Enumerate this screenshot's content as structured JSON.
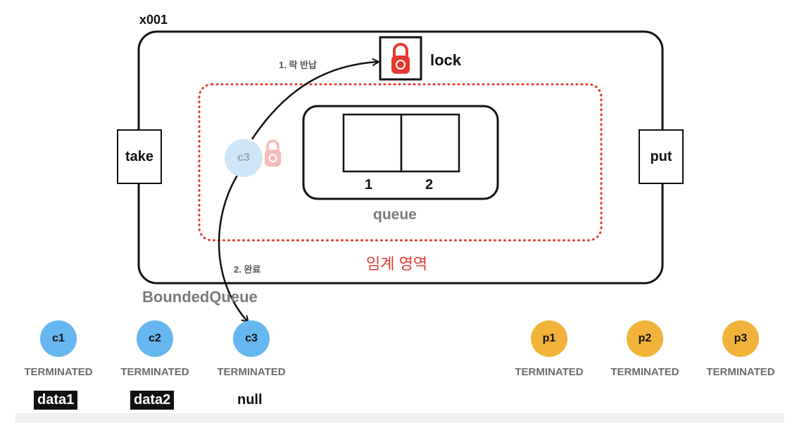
{
  "object_label": "x001",
  "queue_class_label": "BoundedQueue",
  "lock_label": "lock",
  "take_label": "take",
  "put_label": "put",
  "queue_label": "queue",
  "slot_labels": [
    "1",
    "2"
  ],
  "critical_section_label": "임계 영역",
  "steps": {
    "return_lock": "1. 락 반납",
    "complete": "2. 완료"
  },
  "waiting_thread_label": "c3",
  "consumers": [
    {
      "name": "c1",
      "state": "TERMINATED",
      "result": "data1"
    },
    {
      "name": "c2",
      "state": "TERMINATED",
      "result": "data2"
    },
    {
      "name": "c3",
      "state": "TERMINATED",
      "result": "null"
    }
  ],
  "producers": [
    {
      "name": "p1",
      "state": "TERMINATED"
    },
    {
      "name": "p2",
      "state": "TERMINATED"
    },
    {
      "name": "p3",
      "state": "TERMINATED"
    }
  ],
  "colors": {
    "consumer": "#66b6f0",
    "producer": "#f1b33a",
    "lock": "#e43a30",
    "critical_border": "#e43a30"
  },
  "icons": {
    "lock": "padlock-icon",
    "faded_lock": "padlock-icon"
  }
}
